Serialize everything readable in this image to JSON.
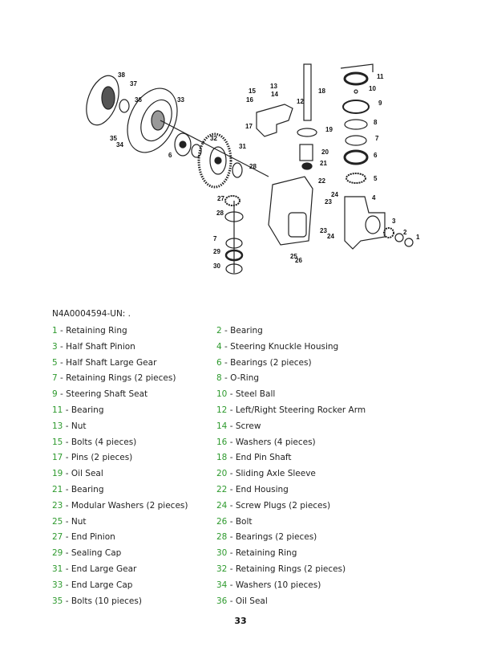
{
  "diagram": {
    "callouts": [
      "38",
      "37",
      "36",
      "33",
      "35",
      "34",
      "6",
      "32",
      "31",
      "28",
      "27",
      "28",
      "7",
      "29",
      "30",
      "15",
      "16",
      "13",
      "14",
      "12",
      "18",
      "17",
      "19",
      "20",
      "21",
      "22",
      "24",
      "23",
      "23",
      "24",
      "25",
      "26",
      "11",
      "10",
      "9",
      "8",
      "7",
      "6",
      "5",
      "4",
      "3",
      "2",
      "1"
    ]
  },
  "caption": "N4A0004594-UN: .",
  "parts": [
    {
      "num": "1",
      "name": "Retaining Ring"
    },
    {
      "num": "2",
      "name": "Bearing"
    },
    {
      "num": "3",
      "name": "Half Shaft Pinion"
    },
    {
      "num": "4",
      "name": "Steering Knuckle Housing"
    },
    {
      "num": "5",
      "name": "Half Shaft Large Gear"
    },
    {
      "num": "6",
      "name": "Bearings (2 pieces)"
    },
    {
      "num": "7",
      "name": "Retaining Rings (2 pieces)"
    },
    {
      "num": "8",
      "name": "O-Ring"
    },
    {
      "num": "9",
      "name": "Steering Shaft Seat"
    },
    {
      "num": "10",
      "name": "Steel Ball"
    },
    {
      "num": "11",
      "name": "Bearing"
    },
    {
      "num": "12",
      "name": "Left/Right Steering Rocker Arm"
    },
    {
      "num": "13",
      "name": "Nut"
    },
    {
      "num": "14",
      "name": "Screw"
    },
    {
      "num": "15",
      "name": "Bolts (4 pieces)"
    },
    {
      "num": "16",
      "name": "Washers (4 pieces)"
    },
    {
      "num": "17",
      "name": "Pins (2 pieces)"
    },
    {
      "num": "18",
      "name": "End Pin Shaft"
    },
    {
      "num": "19",
      "name": "Oil Seal"
    },
    {
      "num": "20",
      "name": "Sliding Axle Sleeve"
    },
    {
      "num": "21",
      "name": "Bearing"
    },
    {
      "num": "22",
      "name": "End Housing"
    },
    {
      "num": "23",
      "name": "Modular Washers (2 pieces)"
    },
    {
      "num": "24",
      "name": "Screw Plugs (2 pieces)"
    },
    {
      "num": "25",
      "name": "Nut"
    },
    {
      "num": "26",
      "name": "Bolt"
    },
    {
      "num": "27",
      "name": "End Pinion"
    },
    {
      "num": "28",
      "name": "Bearings (2 pieces)"
    },
    {
      "num": "29",
      "name": "Sealing Cap"
    },
    {
      "num": "30",
      "name": "Retaining Ring"
    },
    {
      "num": "31",
      "name": "End Large Gear"
    },
    {
      "num": "32",
      "name": "Retaining Rings (2 pieces)"
    },
    {
      "num": "33",
      "name": "End Large Cap"
    },
    {
      "num": "34",
      "name": "Washers (10 pieces)"
    },
    {
      "num": "35",
      "name": "Bolts (10 pieces)"
    },
    {
      "num": "36",
      "name": "Oil Seal"
    }
  ],
  "page_number": "33",
  "colors": {
    "number": "#2e9a2e",
    "text": "#222222"
  }
}
